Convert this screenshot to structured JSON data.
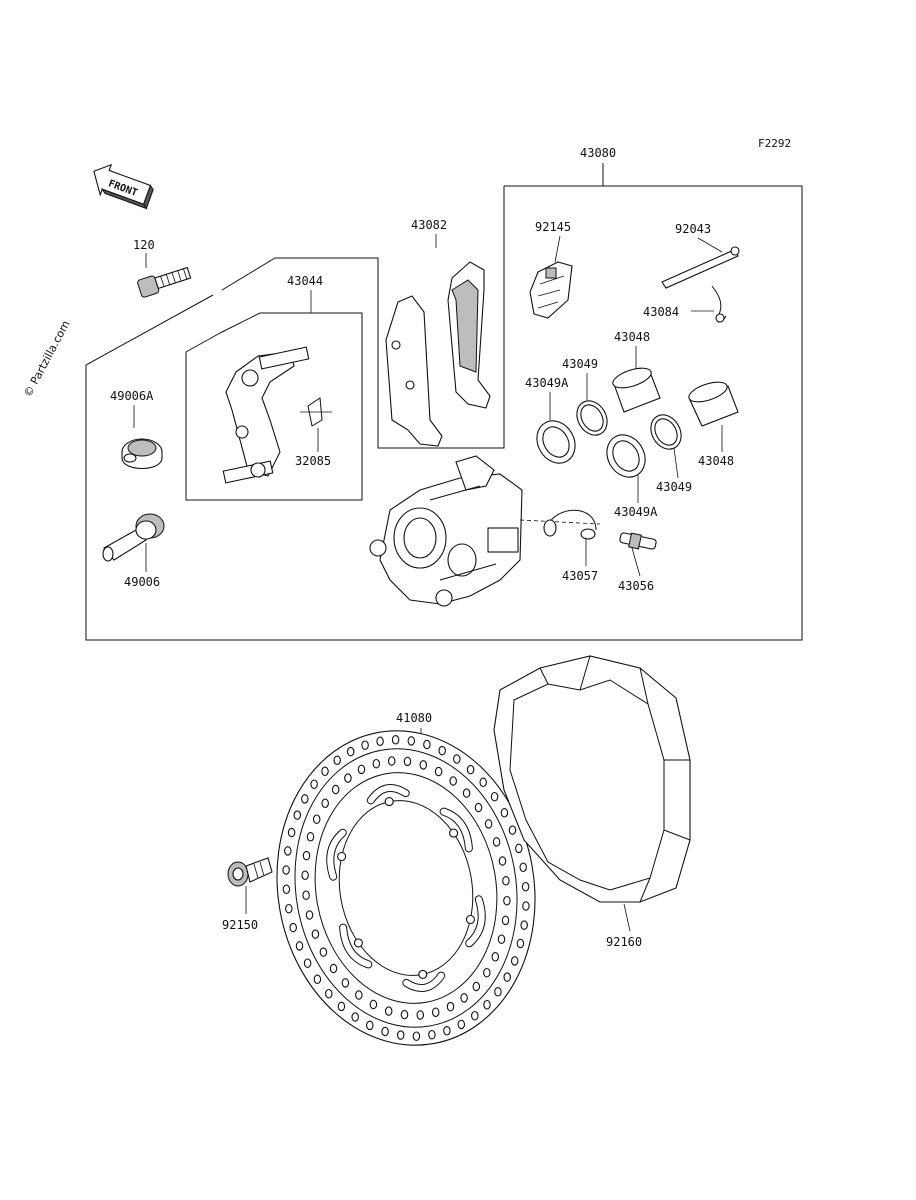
{
  "figure_code": "F2292",
  "watermark": "© Partzilla.com",
  "front_arrow": "FRONT",
  "labels": {
    "l43080": "43080",
    "l120": "120",
    "l43082": "43082",
    "l92145": "92145",
    "l92043": "92043",
    "l43044": "43044",
    "l43084": "43084",
    "l43048a": "43048",
    "l43049a": "43049",
    "l43049Aa": "43049A",
    "l49006A": "49006A",
    "l32085": "32085",
    "l43048b": "43048",
    "l43049b": "43049",
    "l43049Ab": "43049A",
    "l49006": "49006",
    "l43057": "43057",
    "l43056": "43056",
    "l41080": "41080",
    "l92150": "92150",
    "l92160": "92160"
  }
}
